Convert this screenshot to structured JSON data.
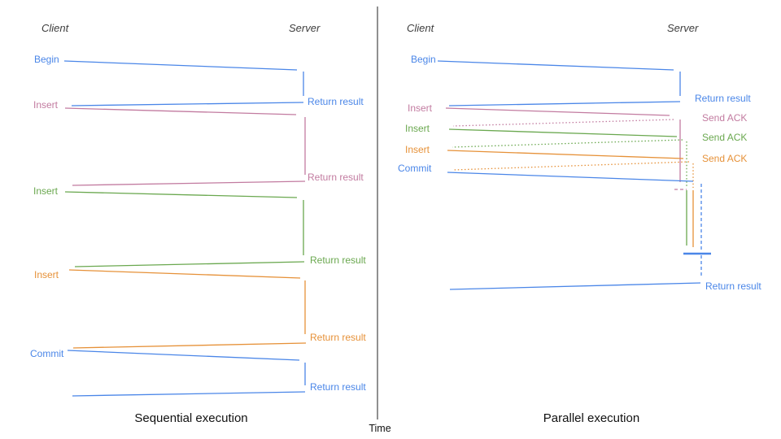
{
  "colors": {
    "blue": "#4a86e8",
    "pink": "#c27ba0",
    "green": "#6aa84f",
    "orange": "#e69138",
    "axis": "#555555",
    "header": "#3d3d3d",
    "title": "#111111"
  },
  "time_axis": {
    "label": "Time"
  },
  "sequential": {
    "title": "Sequential execution",
    "client_header": "Client",
    "server_header": "Server",
    "steps": [
      {
        "request": "Begin",
        "response": "Return result",
        "color": "blue"
      },
      {
        "request": "Insert",
        "response": "Return result",
        "color": "pink"
      },
      {
        "request": "Insert",
        "response": "Return result",
        "color": "green"
      },
      {
        "request": "Insert",
        "response": "Return result",
        "color": "orange"
      },
      {
        "request": "Commit",
        "response": "Return result",
        "color": "blue"
      }
    ]
  },
  "parallel": {
    "title": "Parallel execution",
    "client_header": "Client",
    "server_header": "Server",
    "steps": [
      {
        "request": "Begin",
        "response": "Return result",
        "color": "blue"
      },
      {
        "request": "Insert",
        "response": "Send ACK",
        "color": "pink"
      },
      {
        "request": "Insert",
        "response": "Send ACK",
        "color": "green"
      },
      {
        "request": "Insert",
        "response": "Send ACK",
        "color": "orange"
      },
      {
        "request": "Commit",
        "response": "Return result",
        "color": "blue"
      }
    ]
  }
}
